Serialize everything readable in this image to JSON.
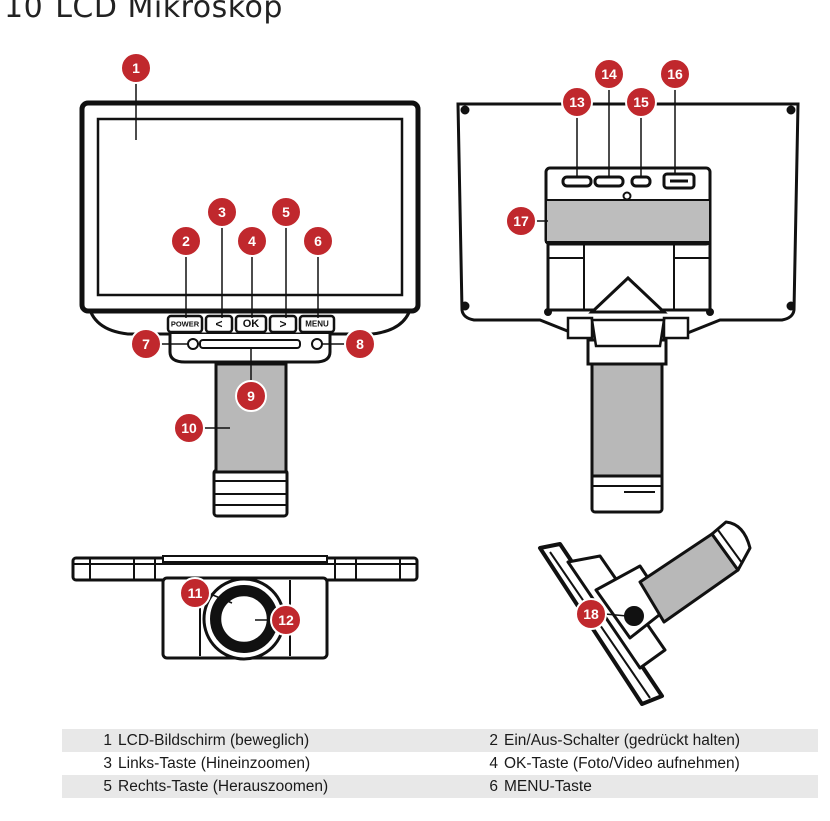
{
  "title": {
    "number": "10",
    "text": "LCD Mikroskop"
  },
  "buttons": {
    "power": "POWER",
    "left": "<",
    "ok": "OK",
    "right": ">",
    "menu": "MENU"
  },
  "badges": [
    "1",
    "2",
    "3",
    "4",
    "5",
    "6",
    "7",
    "8",
    "9",
    "10",
    "11",
    "12",
    "13",
    "14",
    "15",
    "16",
    "17",
    "18"
  ],
  "legend": [
    {
      "n1": "1",
      "t1": "LCD-Bildschirm (beweglich)",
      "n2": "2",
      "t2": "Ein/Aus-Schalter (gedrückt halten)"
    },
    {
      "n1": "3",
      "t1": "Links-Taste (Hineinzoomen)",
      "n2": "4",
      "t2": "OK-Taste (Foto/Video aufnehmen)"
    },
    {
      "n1": "5",
      "t1": "Rechts-Taste (Herauszoomen)",
      "n2": "6",
      "t2": "MENU-Taste"
    },
    {
      "n1": "",
      "t1": "",
      "n2": "",
      "t2": ""
    }
  ],
  "colors": {
    "accent": "#c0282d",
    "grip": "#b8b8b8",
    "sensor": "#bdbdbd",
    "row_shade": "#e8e8e8"
  }
}
